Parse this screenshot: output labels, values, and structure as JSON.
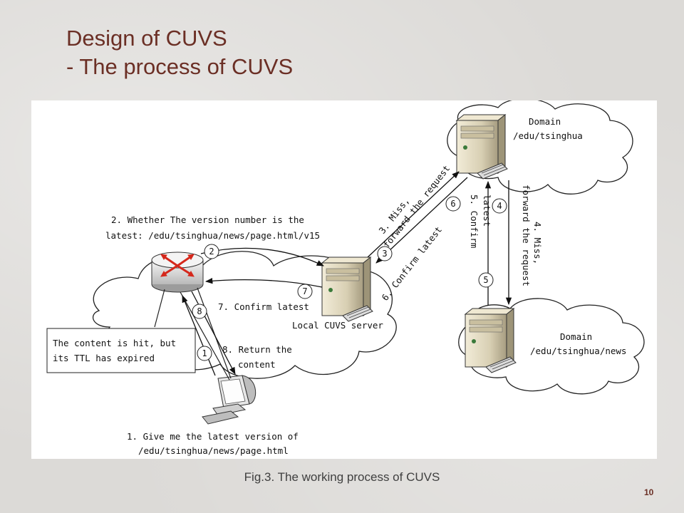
{
  "slide": {
    "title_line1": "Design of CUVS",
    "title_line2": "- The process of CUVS",
    "caption": "Fig.3. The working process of CUVS",
    "page_number": "10"
  },
  "diagram": {
    "domain_top": {
      "title": "Domain",
      "path": "/edu/tsinghua"
    },
    "domain_bottom": {
      "title": "Domain",
      "path": "/edu/tsinghua/news"
    },
    "local_server_label": "Local CUVS server",
    "ttl_note": {
      "line1": "The content is hit, but",
      "line2": "its TTL has expired"
    },
    "steps": {
      "s1": {
        "num": "1",
        "line1": "1. Give me the latest version of",
        "line2": "/edu/tsinghua/news/page.html"
      },
      "s2": {
        "num": "2",
        "line1": "2. Whether The version number is the",
        "line2": "latest: /edu/tsinghua/news/page.html/v15"
      },
      "s3": {
        "num": "3",
        "line1": "3. Miss,",
        "line2": "forward the request"
      },
      "s4": {
        "num": "4",
        "line1": "4. Miss,",
        "line2": "forward the request"
      },
      "s5": {
        "num": "5",
        "line1": "5. Confirm",
        "line2": "latest"
      },
      "s6": {
        "num": "6",
        "line1": "6. Confirm latest"
      },
      "s7": {
        "num": "7",
        "line1": "7. Confirm latest"
      },
      "s8": {
        "num": "8",
        "line1": "8. Return the",
        "line2": "content"
      }
    }
  }
}
